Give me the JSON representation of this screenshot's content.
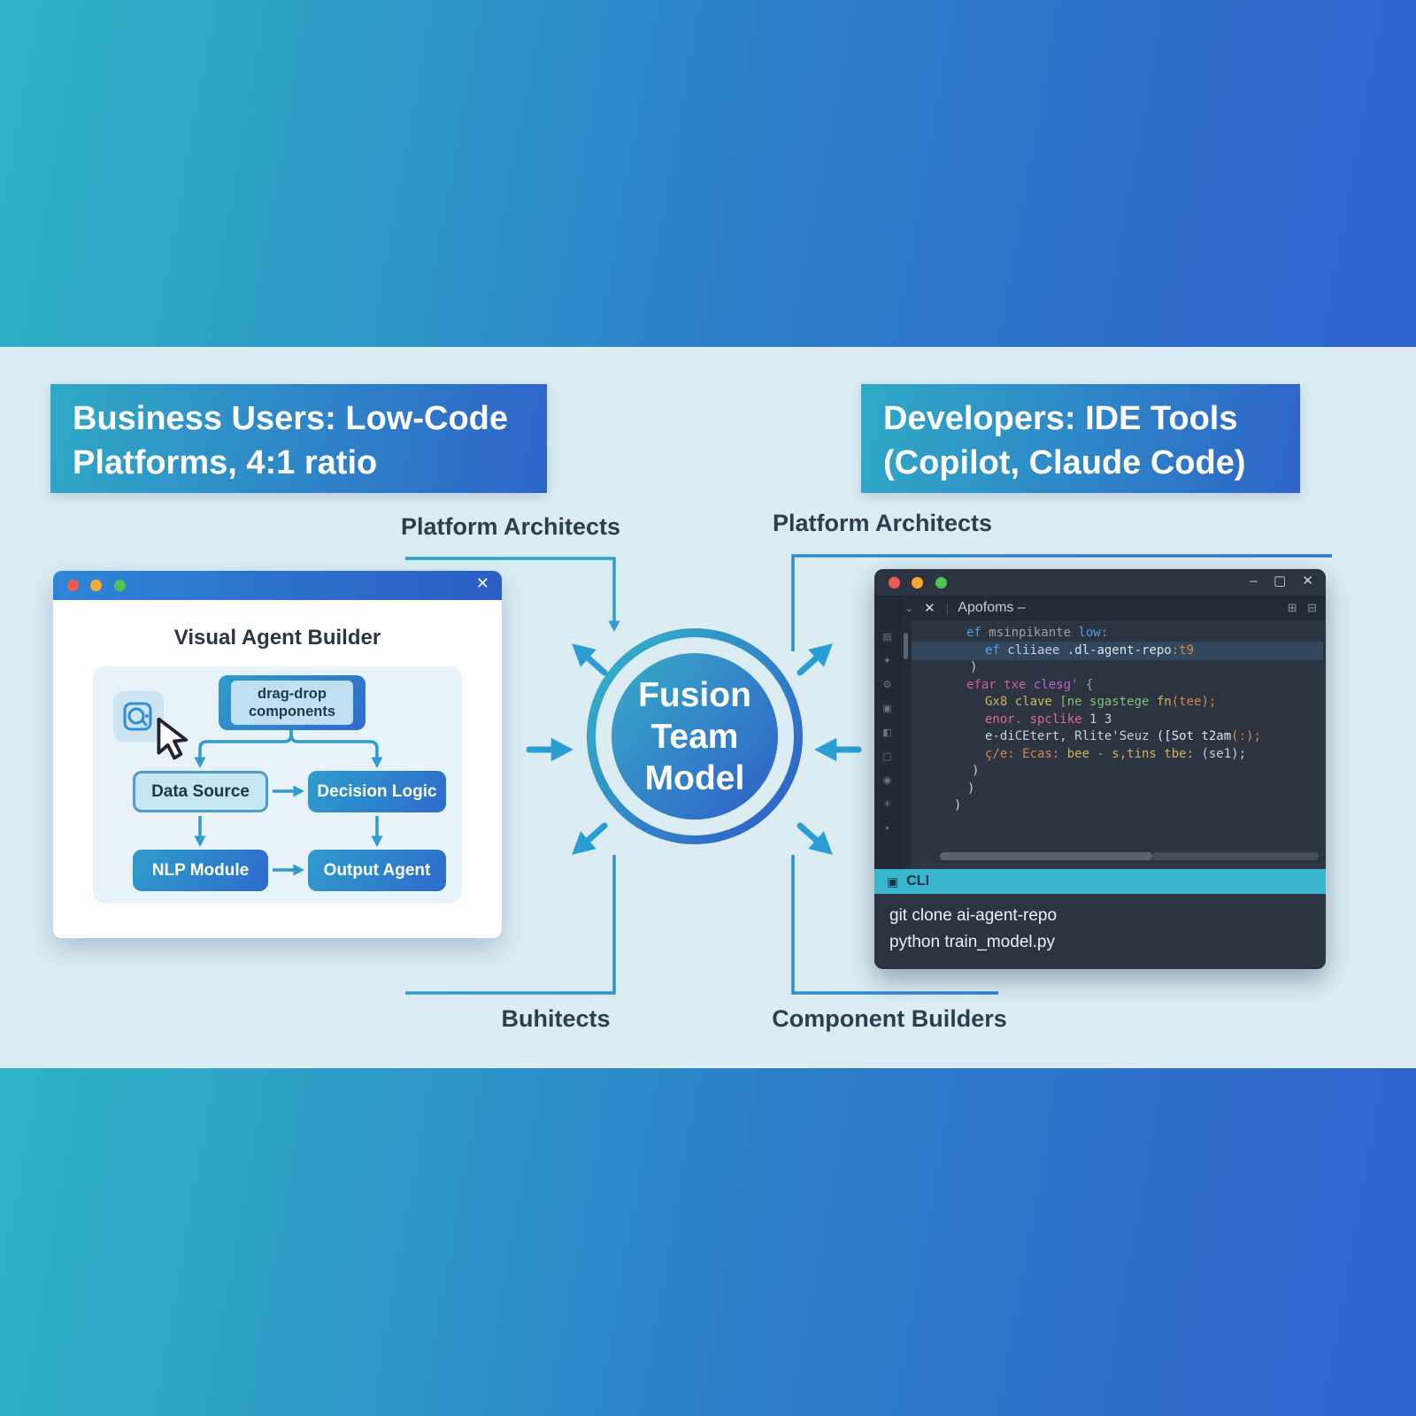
{
  "headers": {
    "business": "Business Users: Low-Code Platforms, 4:1 ratio",
    "developers": "Developers: IDE Tools (Copilot, Claude Code)"
  },
  "role_labels": {
    "left_top": "Platform Architects",
    "right_top": "Platform Architects",
    "left_bottom": "Buhitects",
    "right_bottom": "Component Builders"
  },
  "fusion_circle": {
    "lines": [
      "Fusion",
      "Team",
      "Model"
    ]
  },
  "builder_window": {
    "title": "Visual Agent Builder",
    "close_glyph": "✕",
    "badge": {
      "line1": "drag-drop",
      "line2": "components"
    },
    "flow_boxes": [
      {
        "label": "Data Source"
      },
      {
        "label": "Decision Logic"
      },
      {
        "label": "NLP Module"
      },
      {
        "label": "Output Agent"
      }
    ]
  },
  "ide_window": {
    "tab_title": "Apofoms –",
    "tab_close_glyph": "✕",
    "tab_chevron_glyph": "⌄",
    "tab_sep_glyph": "|",
    "tab_icons": [
      "⊞",
      "⊟"
    ],
    "window_controls": [
      "–",
      "▢",
      "✕"
    ],
    "activity_icons": [
      {
        "name": "files-icon",
        "glyph": "▤"
      },
      {
        "name": "search-icon",
        "glyph": "✦"
      },
      {
        "name": "settings-icon",
        "glyph": "⚙"
      },
      {
        "name": "extensions-icon",
        "glyph": "▣"
      },
      {
        "name": "split-panel-icon",
        "glyph": "◧"
      },
      {
        "name": "box-icon",
        "glyph": "▢"
      },
      {
        "name": "debug-icon",
        "glyph": "◉"
      },
      {
        "name": "plugin-icon",
        "glyph": "✳"
      },
      {
        "name": "more-icon",
        "glyph": "▪"
      }
    ],
    "code_lines": [
      {
        "indent": 74,
        "tokens": [
          {
            "t": "ef ",
            "c": "kw"
          },
          {
            "t": "msinpikante ",
            "c": "gray"
          },
          {
            "t": "low:",
            "c": "kw"
          }
        ]
      },
      {
        "indent": 95,
        "tokens": [
          {
            "t": "ef ",
            "c": "kw"
          },
          {
            "t": "cliiaee ",
            "c": "lt"
          },
          {
            "t": ".dl-agent-repo",
            "c": "br"
          },
          {
            "t": ":t9",
            "c": "or"
          }
        ]
      },
      {
        "indent": 78,
        "tokens": [
          {
            "t": ")",
            "c": "lt"
          }
        ]
      },
      {
        "indent": 74,
        "tokens": [
          {
            "t": "efar txe ",
            "c": "mg"
          },
          {
            "t": "clesg' ",
            "c": "pu"
          },
          {
            "t": "{",
            "c": "gray"
          }
        ]
      },
      {
        "indent": 95,
        "tokens": [
          {
            "t": "Gx8 clave ",
            "c": "yl"
          },
          {
            "t": "[ne sgastege ",
            "c": "gr"
          },
          {
            "t": "fn",
            "c": "yl"
          },
          {
            "t": "(tee);",
            "c": "or"
          }
        ]
      },
      {
        "indent": 95,
        "tokens": [
          {
            "t": "enor. spclike ",
            "c": "pk"
          },
          {
            "t": "1 3",
            "c": "lt"
          }
        ]
      },
      {
        "indent": 95,
        "tokens": [
          {
            "t": "e-diCEtert, Rlite'Seuz ",
            "c": "lt"
          },
          {
            "t": "([Sot t2am",
            "c": "br"
          },
          {
            "t": "(:);",
            "c": "or"
          }
        ]
      },
      {
        "indent": 95,
        "tokens": [
          {
            "t": "ç/e: Ecas: ",
            "c": "or"
          },
          {
            "t": "bee - s,tins tbe: ",
            "c": "yl"
          },
          {
            "t": "(se1);",
            "c": "lt"
          }
        ]
      },
      {
        "indent": 80,
        "tokens": [
          {
            "t": ")",
            "c": "lt"
          }
        ]
      },
      {
        "indent": 75,
        "tokens": [
          {
            "t": ")",
            "c": "lt"
          }
        ]
      },
      {
        "indent": 60,
        "tokens": [
          {
            "t": ")",
            "c": "lt"
          }
        ]
      }
    ],
    "cli": {
      "icon_glyph": "▣",
      "label": "CLI",
      "lines": [
        "git clone ai-agent-repo",
        "python train_model.py"
      ]
    }
  },
  "colors": {
    "accent_arrow": "#2a9ed4",
    "band_gradient_start": "#2eb4c6",
    "band_gradient_end": "#2f63cf",
    "middle_band": "#dbecf3",
    "header_gradient_start": "#2fa9c6",
    "header_gradient_end": "#2e64c9",
    "ring_gradient_start": "#35b1c8",
    "ring_gradient_end": "#2d5fc9",
    "cli_bar": "#3ab6ce",
    "ide_background": "#2b3440",
    "highlight_row": "#33475c",
    "traffic_red": "#ee5a52",
    "traffic_amber": "#f6aa33",
    "traffic_green": "#4fc452"
  }
}
